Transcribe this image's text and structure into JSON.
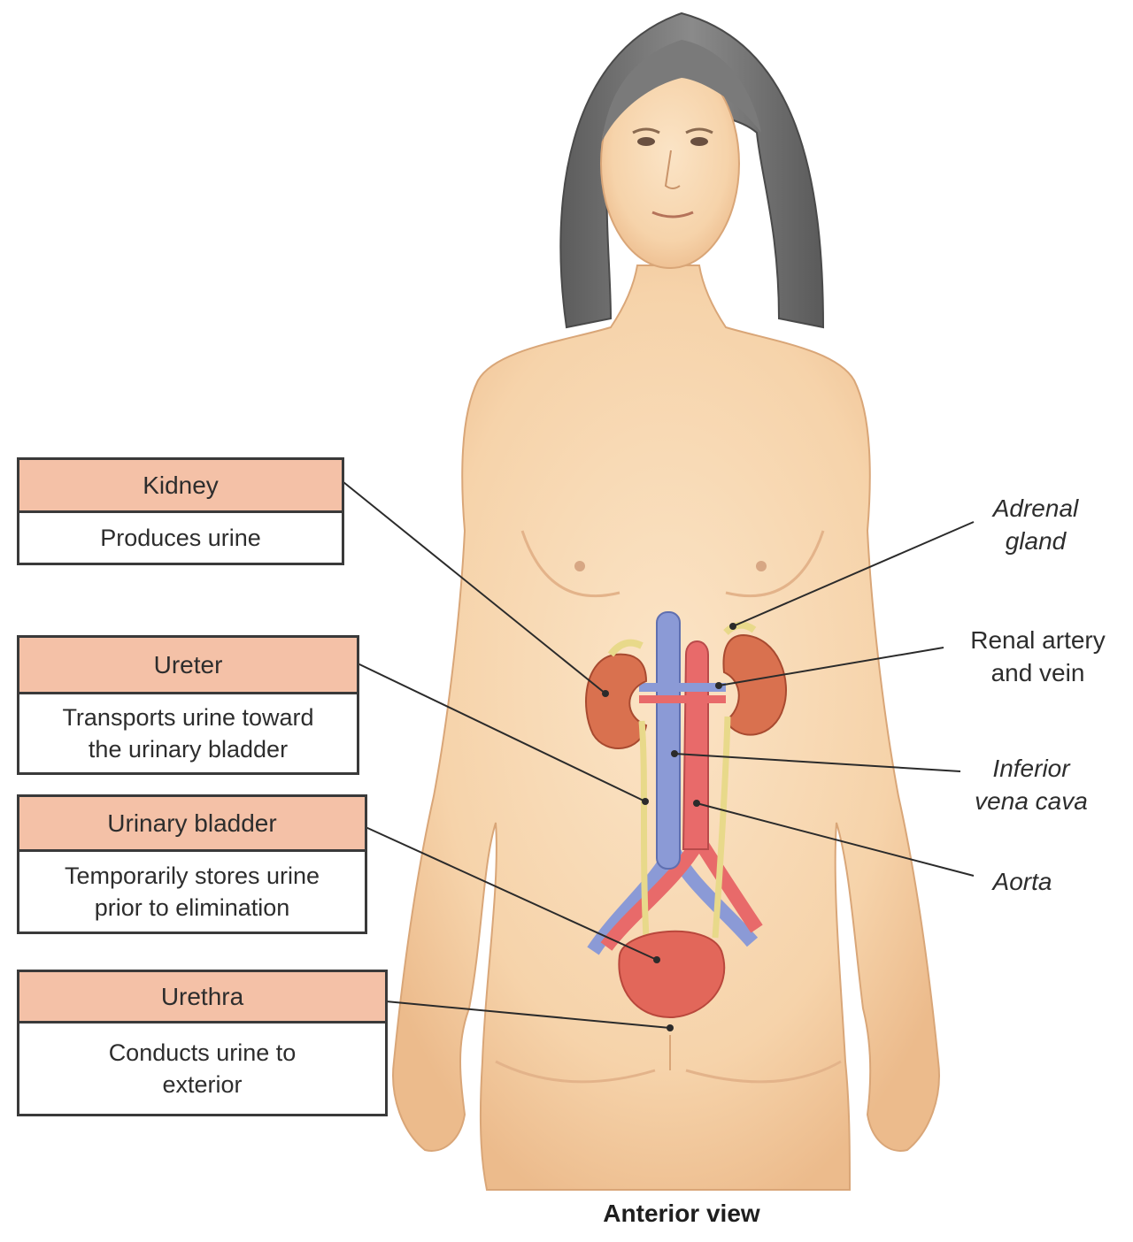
{
  "caption": "Anterior view",
  "boxes": {
    "kidney": {
      "title": "Kidney",
      "desc_line1": "Produces urine",
      "desc_line2": ""
    },
    "ureter": {
      "title": "Ureter",
      "desc_line1": "Transports urine toward",
      "desc_line2": "the urinary bladder"
    },
    "bladder": {
      "title": "Urinary bladder",
      "desc_line1": "Temporarily stores urine",
      "desc_line2": "prior to elimination"
    },
    "urethra": {
      "title": "Urethra",
      "desc_line1": "Conducts urine to",
      "desc_line2": "exterior"
    }
  },
  "labels": {
    "adrenal": {
      "line1": "Adrenal",
      "line2": "gland"
    },
    "renal": {
      "line1": "Renal artery",
      "line2": "and vein"
    },
    "ivc": {
      "line1": "Inferior",
      "line2": "vena cava"
    },
    "aorta": {
      "line1": "Aorta"
    }
  },
  "colors": {
    "skin": "#f7d7b0",
    "skin_shadow": "#eab886",
    "hair": "#6e6e6e",
    "kidney": "#d9714f",
    "artery": "#e86a6a",
    "vein": "#8b9ad6",
    "ureter": "#e8d98a",
    "bladder": "#e2675a",
    "box_header": "#f4c1a7"
  }
}
